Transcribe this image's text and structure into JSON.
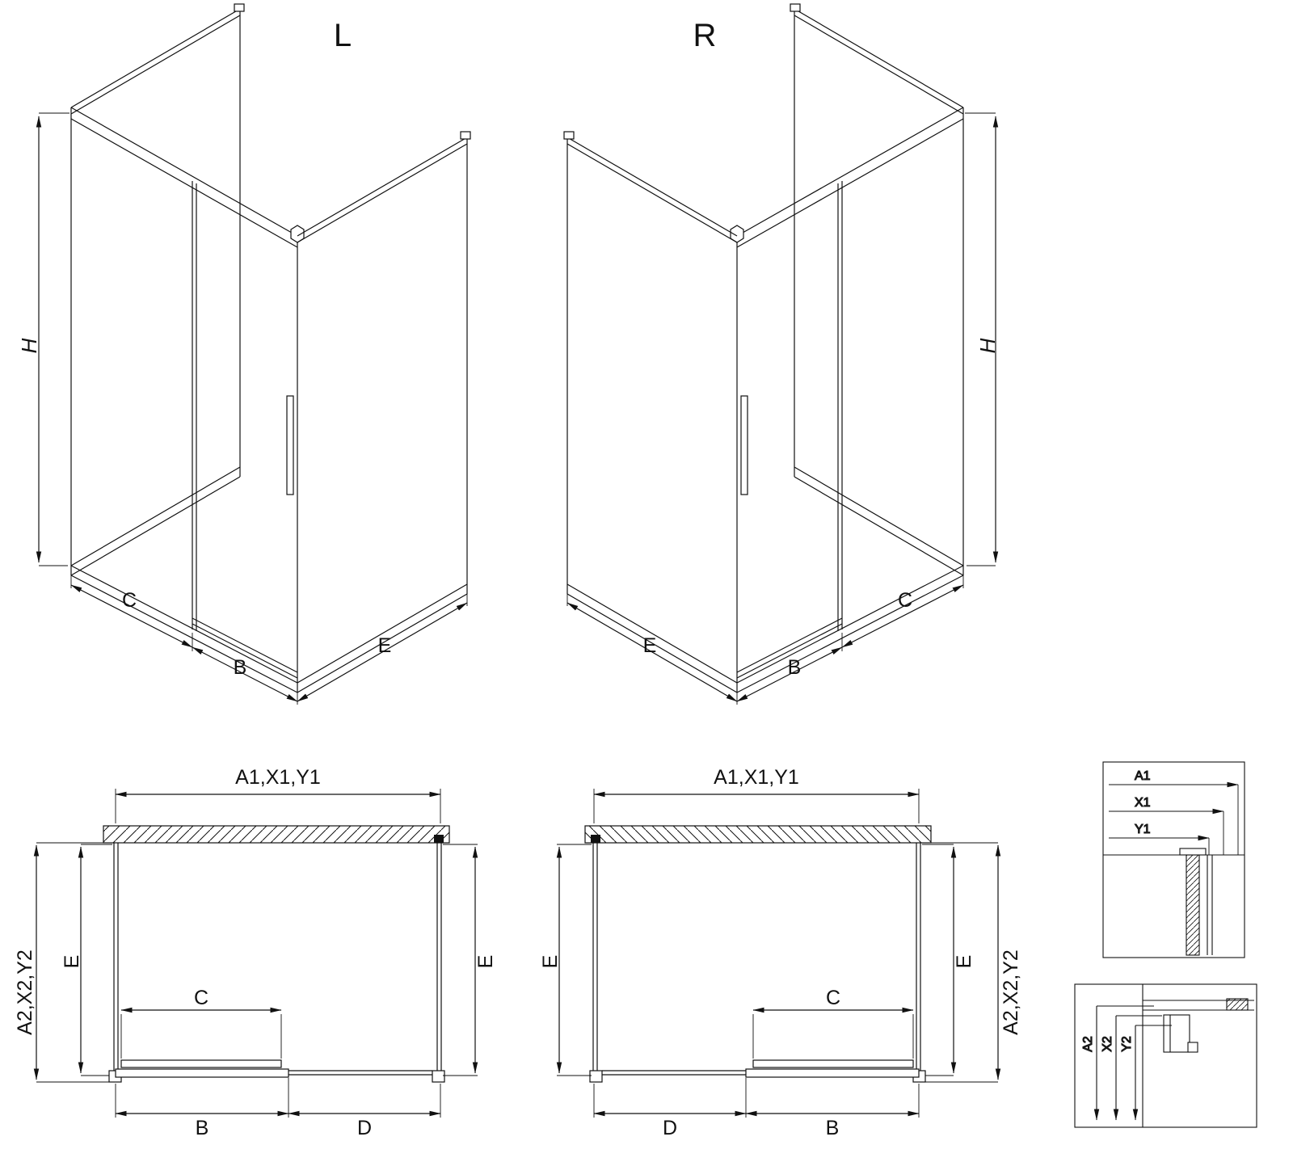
{
  "drawing": {
    "background": "#ffffff",
    "line_color": "#111111"
  },
  "iso_left": {
    "title": "L",
    "dim_height": "H",
    "dim_fixed_panel": "C",
    "dim_door": "B",
    "dim_side_panel": "E"
  },
  "iso_right": {
    "title": "R",
    "dim_height": "H",
    "dim_fixed_panel": "C",
    "dim_door": "B",
    "dim_side_panel": "E"
  },
  "plan_left": {
    "dim_width_top": "A1,X1,Y1",
    "dim_depth_outer": "A2,X2,Y2",
    "dim_side_left": "E",
    "dim_side_right": "E",
    "dim_door_panel": "C",
    "dim_bottom_door_side": "B",
    "dim_bottom_fixed_side": "D"
  },
  "plan_right": {
    "dim_width_top": "A1,X1,Y1",
    "dim_depth_outer": "A2,X2,Y2",
    "dim_side_left": "E",
    "dim_side_right": "E",
    "dim_door_panel": "C",
    "dim_bottom_door_side": "B",
    "dim_bottom_fixed_side": "D"
  },
  "detail_wall_profile": {
    "labels": [
      "A1",
      "X1",
      "Y1"
    ]
  },
  "detail_floor_profile": {
    "labels": [
      "A2",
      "X2",
      "Y2"
    ]
  }
}
